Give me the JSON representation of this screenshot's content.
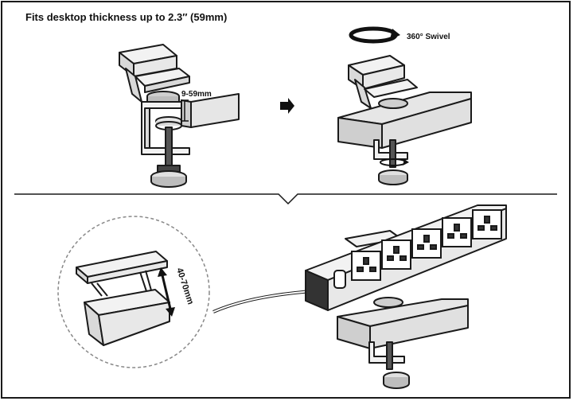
{
  "headline": "Fits desktop thickness up to 2.3″ (59mm)",
  "labels": {
    "thickness_range": "9-59mm",
    "swivel": "360° Swivel",
    "clamp_range": "40-70mm"
  },
  "icons": {
    "step_arrow": "right-arrow-icon",
    "swivel_arrow": "rotate-arrow-icon",
    "knob_rotate": "rotate-arrow-icon",
    "range_arrow": "double-arrow-icon"
  },
  "colors": {
    "line": "#1a1a1a",
    "fill_light": "#f2f2f2",
    "fill_mid": "#d9d9d9",
    "fill_dark": "#333333",
    "desk_top": "#e6e6e6",
    "desk_side": "#cfcfcf"
  }
}
